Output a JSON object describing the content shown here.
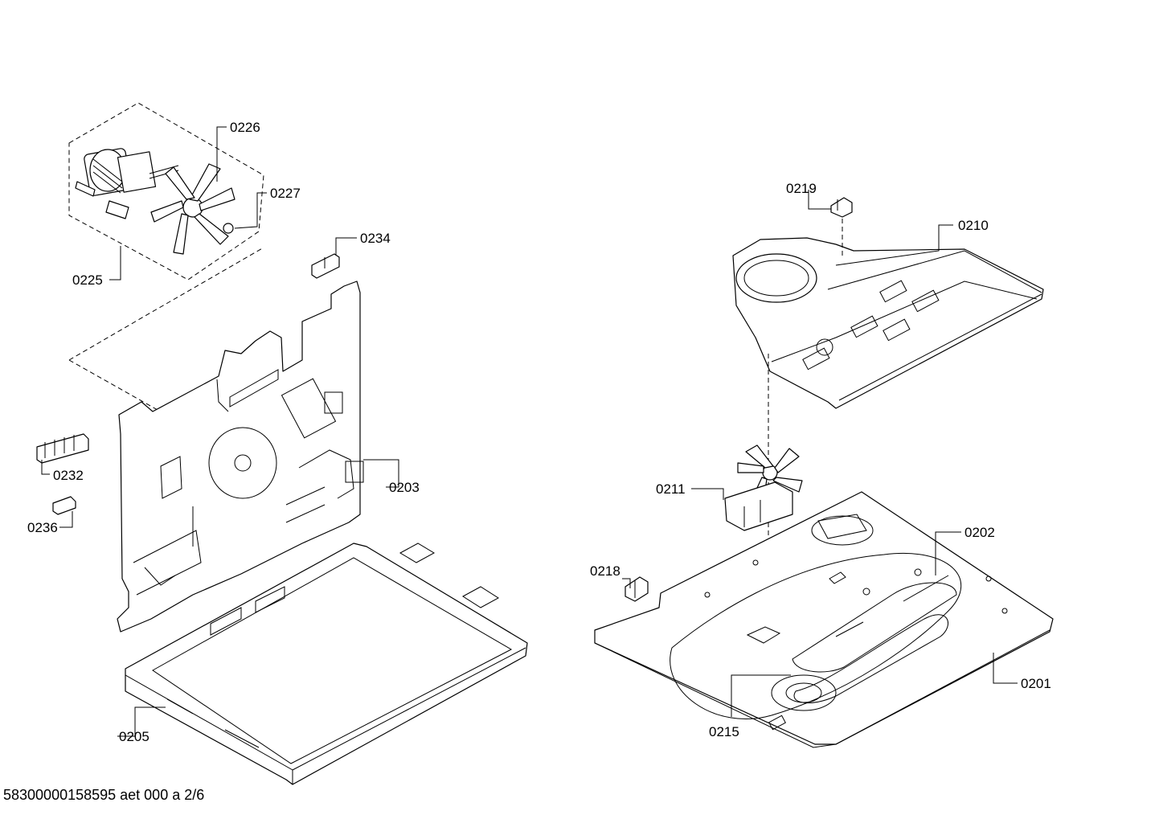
{
  "callouts": {
    "c0226": "0226",
    "c0227": "0227",
    "c0225": "0225",
    "c0234": "0234",
    "c0232": "0232",
    "c0236": "0236",
    "c0203": "0203",
    "c0205": "0205",
    "c0219": "0219",
    "c0210": "0210",
    "c0211": "0211",
    "c0202": "0202",
    "c0218": "0218",
    "c0201": "0201",
    "c0215": "0215"
  },
  "footer": {
    "document_id": "58300000158595 aet 000 a 2/6"
  }
}
